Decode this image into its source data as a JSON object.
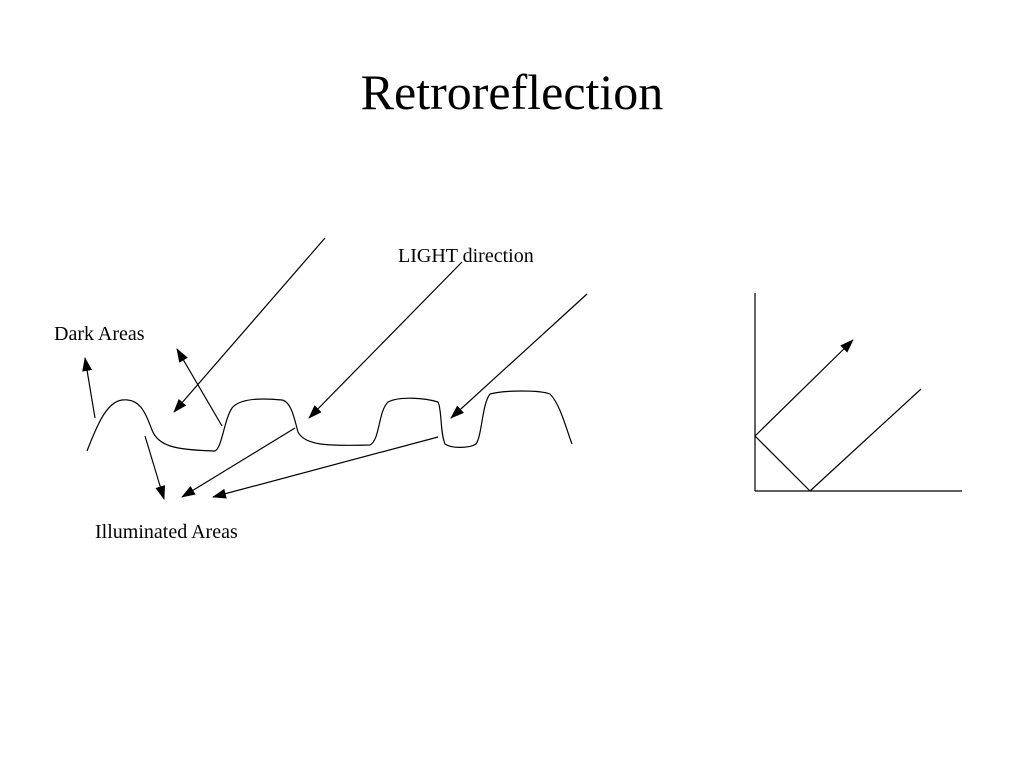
{
  "slide": {
    "title": "Retroreflection"
  },
  "diagram": {
    "labels": {
      "light_direction": "LIGHT direction",
      "dark_areas": "Dark Areas",
      "illuminated_areas": "Illuminated Areas"
    },
    "line_color": "#000000"
  }
}
